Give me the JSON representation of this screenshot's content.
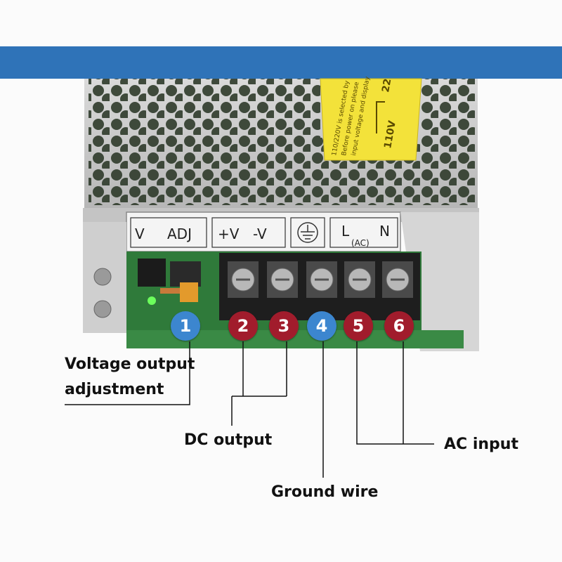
{
  "panel_labels": {
    "v": "V",
    "adj": "ADJ",
    "plus_v": "+V",
    "minus_v": "-V",
    "l": "L",
    "ac": "(AC)",
    "n": "N"
  },
  "warning_sticker": {
    "line1": "110/220V is selected by",
    "line2": "Before power on please",
    "line3": "input voltage and display",
    "switch_low": "110V",
    "switch_high": "22"
  },
  "terminals": [
    {
      "number": "1",
      "color": "#3c86cf"
    },
    {
      "number": "2",
      "color": "#a11c2c"
    },
    {
      "number": "3",
      "color": "#a11c2c"
    },
    {
      "number": "4",
      "color": "#3c86cf"
    },
    {
      "number": "5",
      "color": "#a11c2c"
    },
    {
      "number": "6",
      "color": "#a11c2c"
    }
  ],
  "callouts": {
    "voltage_line1": "Voltage output",
    "voltage_line2": "adjustment",
    "dc_output": "DC output",
    "ground_wire": "Ground wire",
    "ac_input": "AC input"
  },
  "colors": {
    "banner": "#2f73b8",
    "badge_blue": "#3c86cf",
    "badge_red": "#a11c2c",
    "case_metal": "#c9c9c9",
    "sticker_yellow": "#f3e23a",
    "pcb_green": "#2f7a3a"
  }
}
